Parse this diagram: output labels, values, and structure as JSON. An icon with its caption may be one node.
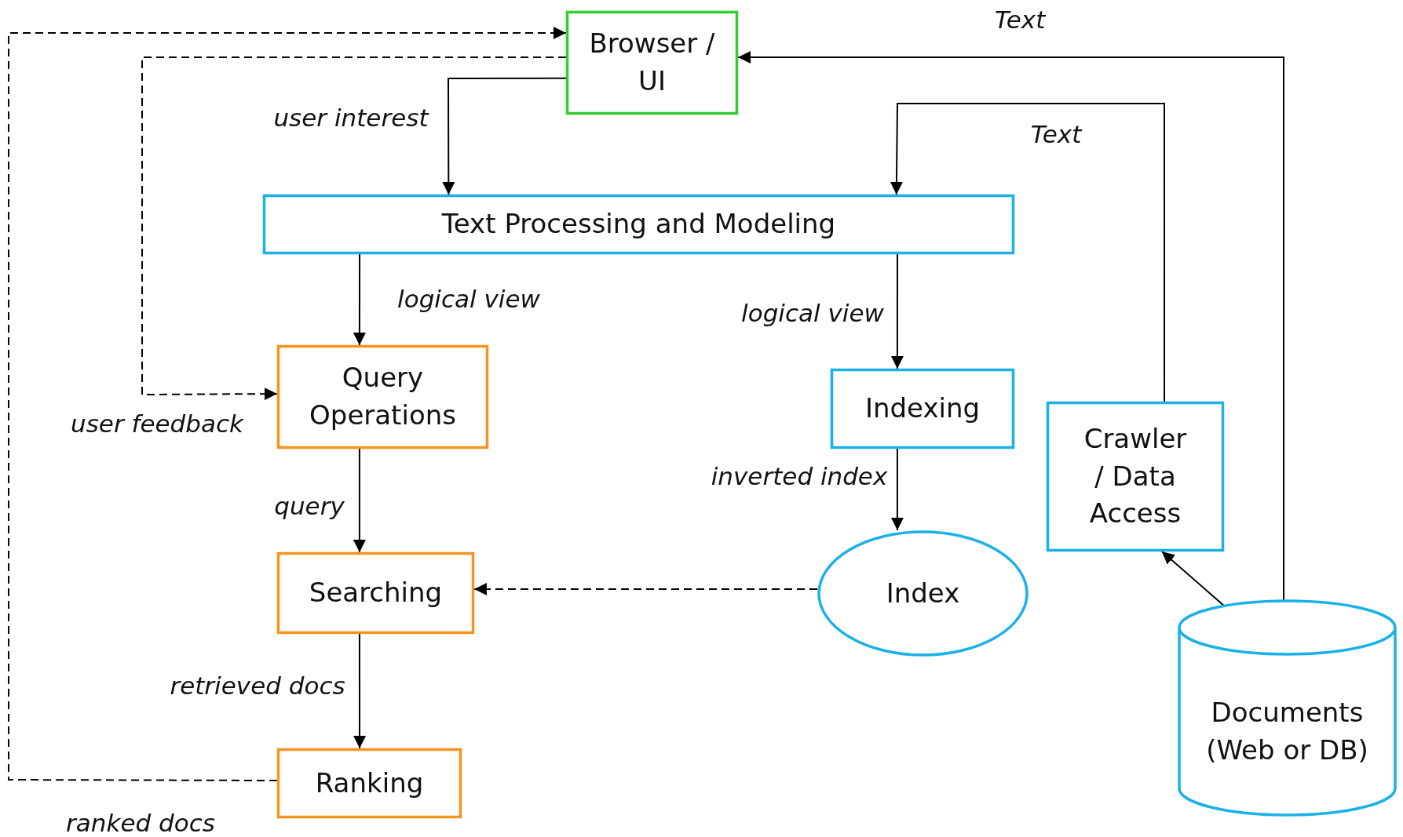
{
  "diagram": {
    "nodes": [
      {
        "text": [
          "Browser / UI"
        ]
      },
      {
        "text": [
          "Text Processing and Modeling"
        ]
      },
      {
        "text": [
          "Query Operations"
        ]
      },
      {
        "text": [
          "Indexing"
        ]
      },
      {
        "text": [
          "Crawler / Data Access"
        ]
      },
      {
        "text": [
          "Searching"
        ]
      },
      {
        "text": [
          "Index"
        ]
      },
      {
        "text": [
          "Ranking"
        ]
      },
      {
        "text": [
          "Documents (Web or DB)"
        ]
      }
    ],
    "edges": [
      {
        "from": 0,
        "to": 1,
        "arrow": "to",
        "label": "user interest"
      },
      {
        "from": 1,
        "to": 2,
        "arrow": "to",
        "label": "logical view"
      },
      {
        "from": 1,
        "to": 3,
        "arrow": "to",
        "label": "logical view"
      },
      {
        "from": 3,
        "to": 6,
        "arrow": "to",
        "label": "inverted index"
      },
      {
        "from": 2,
        "to": 5,
        "arrow": "to",
        "label": "query"
      },
      {
        "from": 5,
        "to": 7,
        "arrow": "to",
        "label": "retrieved docs"
      },
      {
        "from": 6,
        "to": 5,
        "arrow": "to",
        "style": "dashed"
      },
      {
        "from": 7,
        "to": 0,
        "arrow": "to",
        "style": "dashed",
        "label": "ranked docs"
      },
      {
        "from": 0,
        "to": 2,
        "arrow": "to",
        "style": "dashed",
        "label": "user feedback"
      },
      {
        "from": 4,
        "to": 1,
        "arrow": "to",
        "label": "Text"
      },
      {
        "from": 8,
        "to": 0,
        "arrow": "to",
        "label": "Text"
      },
      {
        "from": 8,
        "to": 4,
        "arrow": "to"
      }
    ]
  }
}
